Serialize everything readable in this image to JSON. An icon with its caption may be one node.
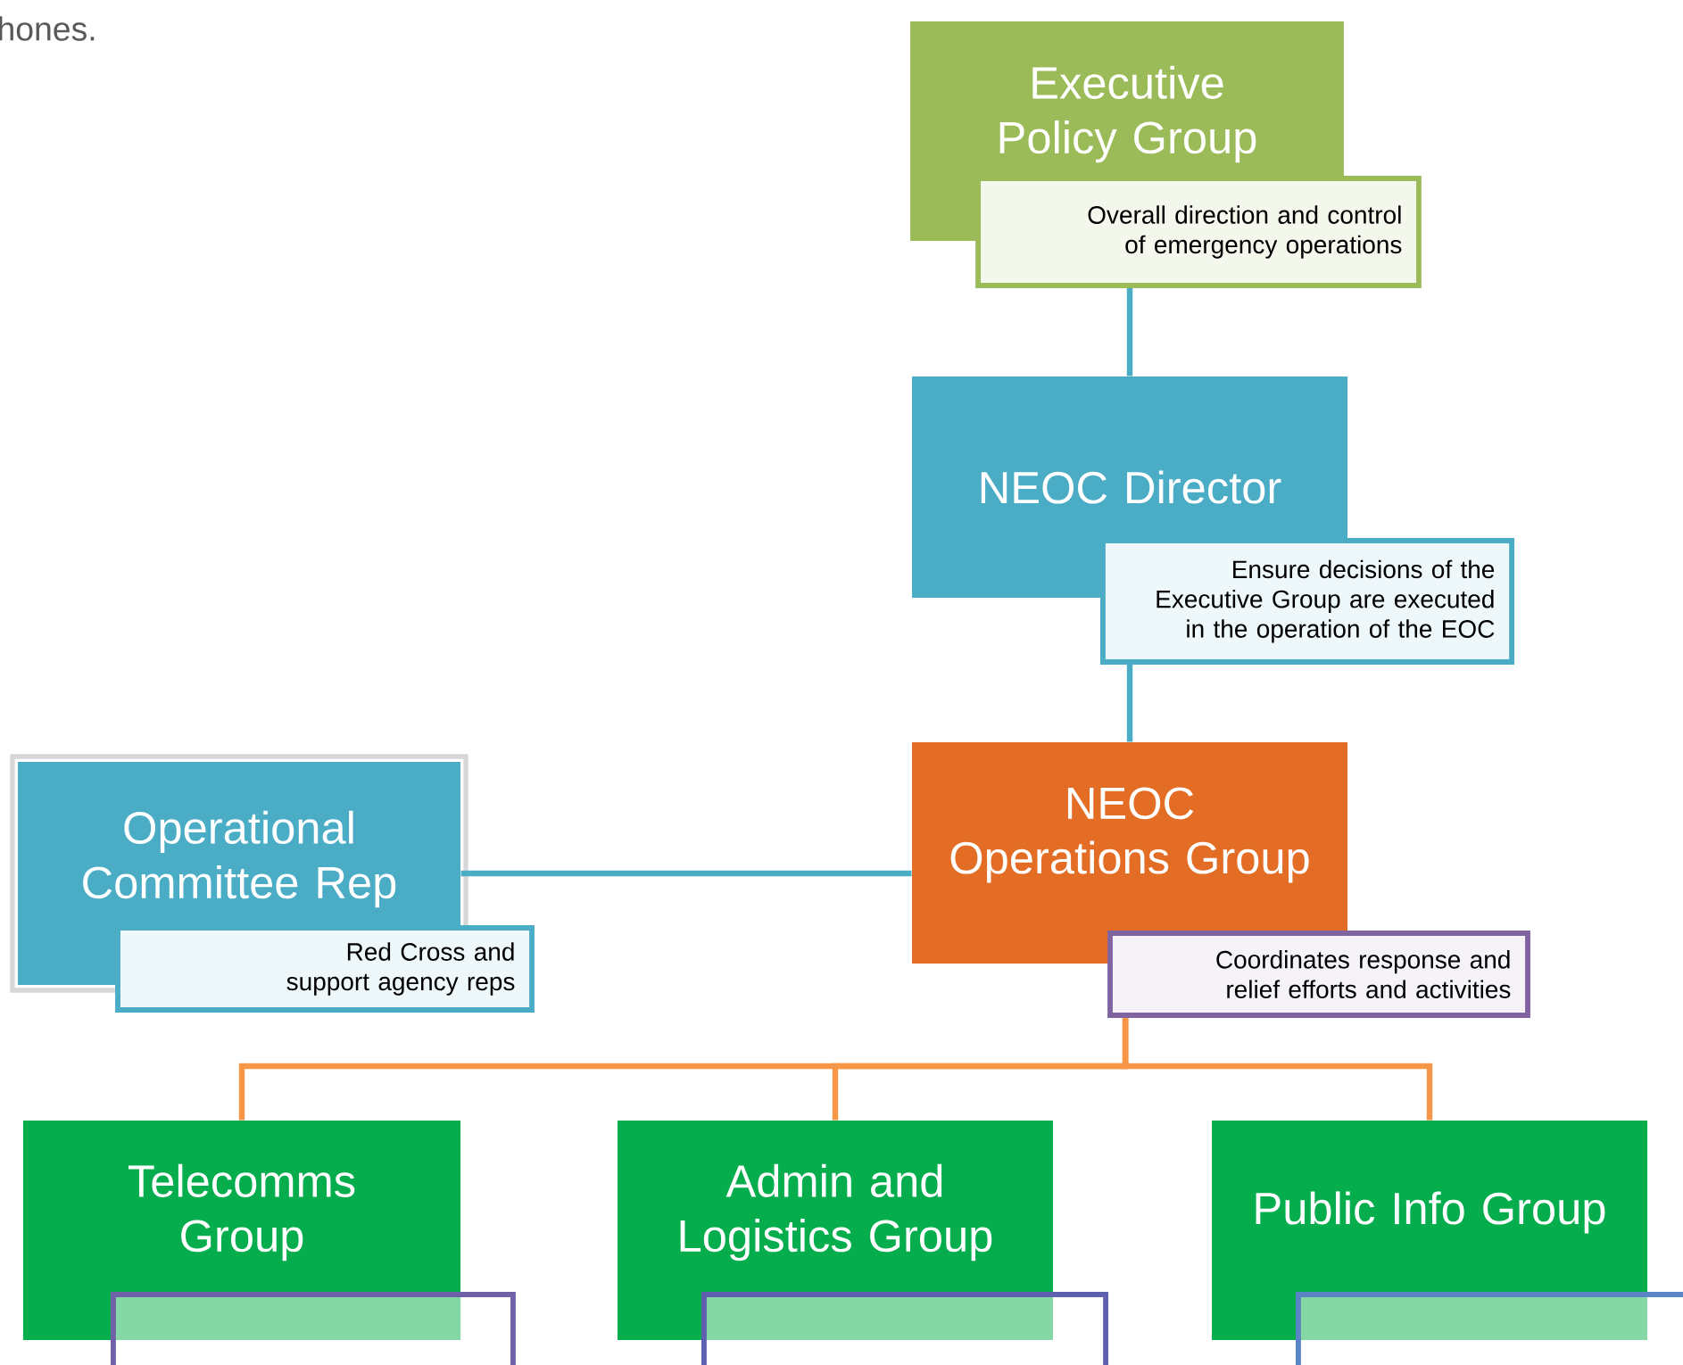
{
  "diagram": {
    "nodes": [
      {
        "text": [
          "Executive Policy Group"
        ]
      },
      {
        "text": [
          "Overall direction and control of emergency operations"
        ]
      },
      {
        "text": [
          "NEOC Director"
        ]
      },
      {
        "text": [
          "Ensure decisions of the Executive Group are executed in the operation of the EOC"
        ]
      },
      {
        "text": [
          "Operational Committee Rep"
        ]
      },
      {
        "text": [
          "Red Cross and support agency reps"
        ]
      },
      {
        "text": [
          "NEOC Operations Group"
        ]
      },
      {
        "text": [
          "Coordinates response and relief efforts and activities"
        ]
      },
      {
        "text": [
          "Telecomms Group"
        ]
      },
      {
        "text": [
          "Admin and Logistics Group"
        ]
      },
      {
        "text": [
          "Public Info Group"
        ]
      },
      {
        "text": [],
        "shape": "box"
      },
      {
        "text": [],
        "shape": "box"
      },
      {
        "text": [],
        "shape": "box"
      }
    ],
    "edges": [
      {
        "from": 1,
        "to": 2,
        "arrow": "none",
        "color": "#4bacc6"
      },
      {
        "from": 3,
        "to": 6,
        "arrow": "none",
        "color": "#4bacc6"
      },
      {
        "from": 4,
        "to": 6,
        "arrow": "none",
        "color": "#4bacc6"
      },
      {
        "from": 7,
        "to": 8,
        "arrow": "none",
        "color": "#f79646"
      },
      {
        "from": 7,
        "to": 9,
        "arrow": "none",
        "color": "#f79646"
      },
      {
        "from": 7,
        "to": 10,
        "arrow": "none",
        "color": "#f79646"
      }
    ],
    "labels": [
      "hones."
    ]
  }
}
